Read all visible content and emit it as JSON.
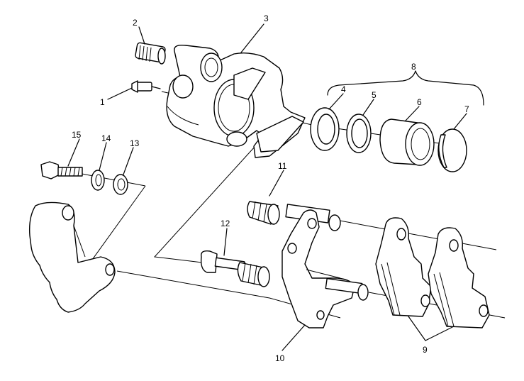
{
  "colors": {
    "ink": "#000000",
    "paper": "#ffffff"
  },
  "callouts": [
    "1",
    "2",
    "3",
    "4",
    "5",
    "6",
    "7",
    "8",
    "9",
    "10",
    "11",
    "12",
    "13",
    "14",
    "15"
  ]
}
